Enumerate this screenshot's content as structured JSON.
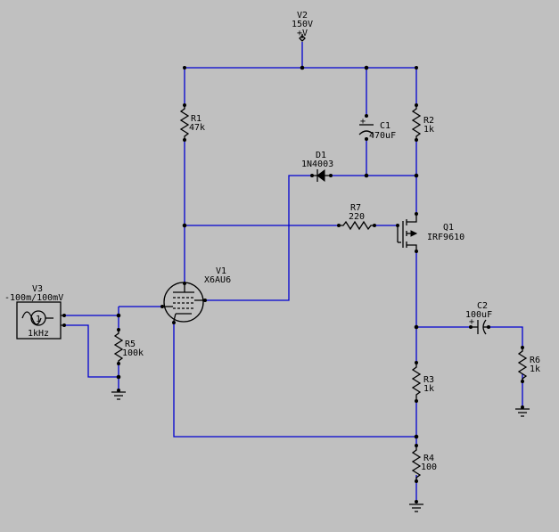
{
  "supply": {
    "ref": "V2",
    "value": "150V",
    "net": "+V"
  },
  "source": {
    "ref": "V3",
    "value": "-100m/100mV",
    "freq": "1kHz",
    "pin": "1"
  },
  "tube": {
    "ref": "V1",
    "part": "X6AU6"
  },
  "mosfet": {
    "ref": "Q1",
    "part": "IRF9610"
  },
  "diode": {
    "ref": "D1",
    "part": "1N4003"
  },
  "resistors": {
    "r1": {
      "ref": "R1",
      "value": "47k"
    },
    "r2": {
      "ref": "R2",
      "value": "1k"
    },
    "r3": {
      "ref": "R3",
      "value": "1k"
    },
    "r4": {
      "ref": "R4",
      "value": "100"
    },
    "r5": {
      "ref": "R5",
      "value": "100k"
    },
    "r6": {
      "ref": "R6",
      "value": "1k"
    },
    "r7": {
      "ref": "R7",
      "value": "220"
    }
  },
  "capacitors": {
    "c1": {
      "ref": "C1",
      "value": "470uF"
    },
    "c2": {
      "ref": "C2",
      "value": "100uF"
    }
  },
  "colors": {
    "background": "#c0c0c0",
    "wire": "#0000d0",
    "component": "#000000"
  }
}
